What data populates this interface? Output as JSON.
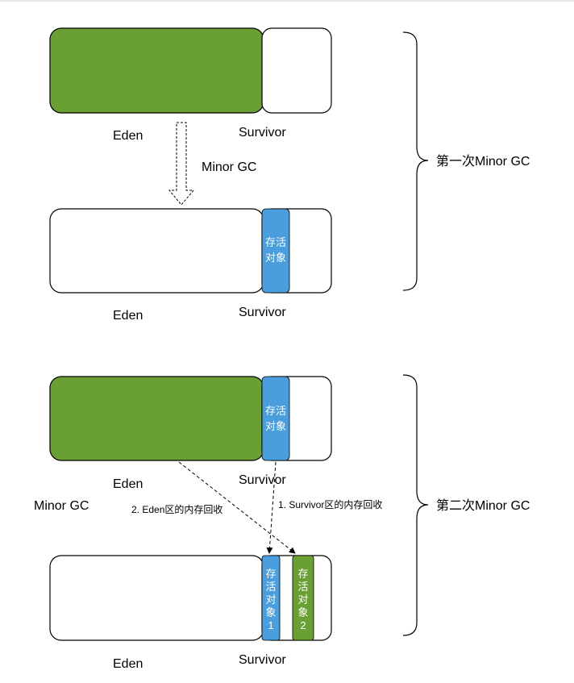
{
  "section1": {
    "title": "第一次Minor GC",
    "top": {
      "eden_label": "Eden",
      "survivor_label": "Survivor"
    },
    "arrow_label": "Minor GC",
    "bottom": {
      "eden_label": "Eden",
      "survivor_label": "Survivor",
      "live_objects": [
        "存活",
        "对象"
      ]
    }
  },
  "section2": {
    "title": "第二次Minor GC",
    "top": {
      "eden_label": "Eden",
      "survivor_label": "Survivor",
      "live_objects": [
        "存活",
        "对象"
      ]
    },
    "minor_gc_label": "Minor GC",
    "step1_label": "1. Survivor区的内存回收",
    "step2_label": "2. Eden区的内存回收",
    "bottom": {
      "eden_label": "Eden",
      "survivor_label": "Survivor",
      "live_objects_1": [
        "存",
        "活",
        "对",
        "象",
        "1"
      ],
      "live_objects_2": [
        "存",
        "活",
        "对",
        "象",
        "2"
      ]
    }
  },
  "colors": {
    "eden_fill": "#6a9f34",
    "live_blue": "#4a9ede",
    "live_green": "#6a9f34",
    "stroke": "#000000"
  }
}
